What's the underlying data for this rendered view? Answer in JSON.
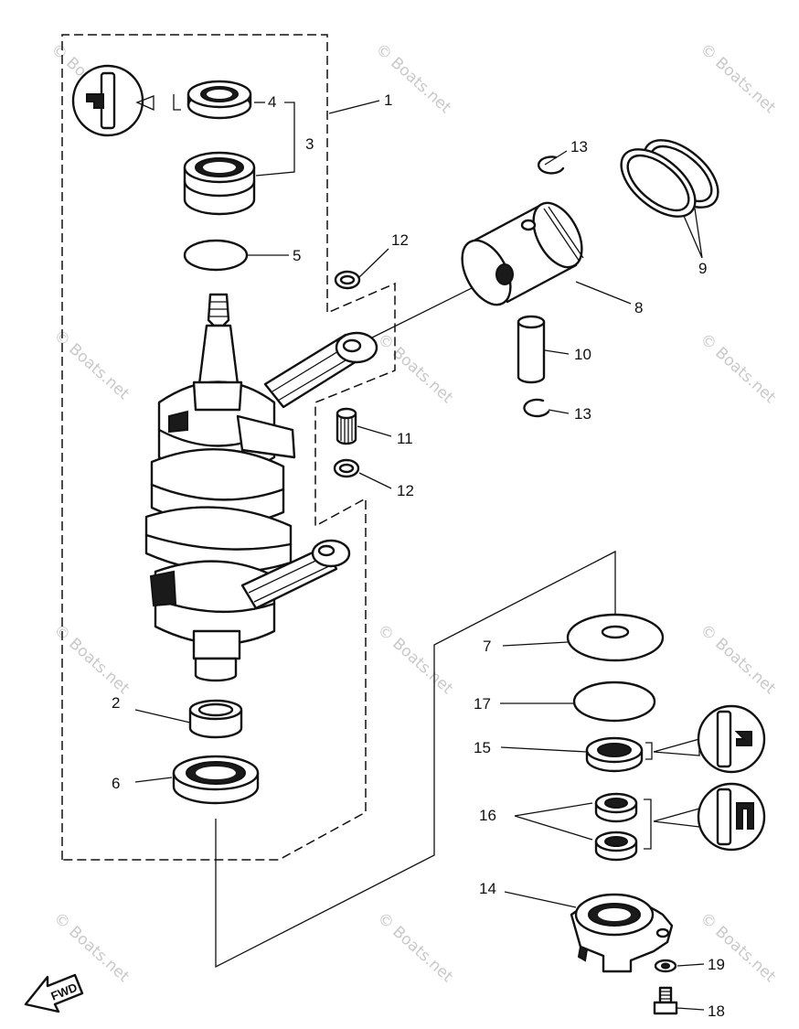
{
  "watermark": "© Boats.net",
  "fwd_label": "FWD",
  "callouts": [
    {
      "id": "1",
      "text": "1"
    },
    {
      "id": "2",
      "text": "2"
    },
    {
      "id": "3",
      "text": "3"
    },
    {
      "id": "4",
      "text": "4"
    },
    {
      "id": "5",
      "text": "5"
    },
    {
      "id": "6",
      "text": "6"
    },
    {
      "id": "7",
      "text": "7"
    },
    {
      "id": "8",
      "text": "8"
    },
    {
      "id": "9",
      "text": "9"
    },
    {
      "id": "10",
      "text": "10"
    },
    {
      "id": "11",
      "text": "11"
    },
    {
      "id": "12a",
      "text": "12"
    },
    {
      "id": "12b",
      "text": "12"
    },
    {
      "id": "13a",
      "text": "13"
    },
    {
      "id": "13b",
      "text": "13"
    },
    {
      "id": "14",
      "text": "14"
    },
    {
      "id": "15",
      "text": "15"
    },
    {
      "id": "16",
      "text": "16"
    },
    {
      "id": "17",
      "text": "17"
    },
    {
      "id": "18",
      "text": "18"
    },
    {
      "id": "19",
      "text": "19"
    }
  ]
}
